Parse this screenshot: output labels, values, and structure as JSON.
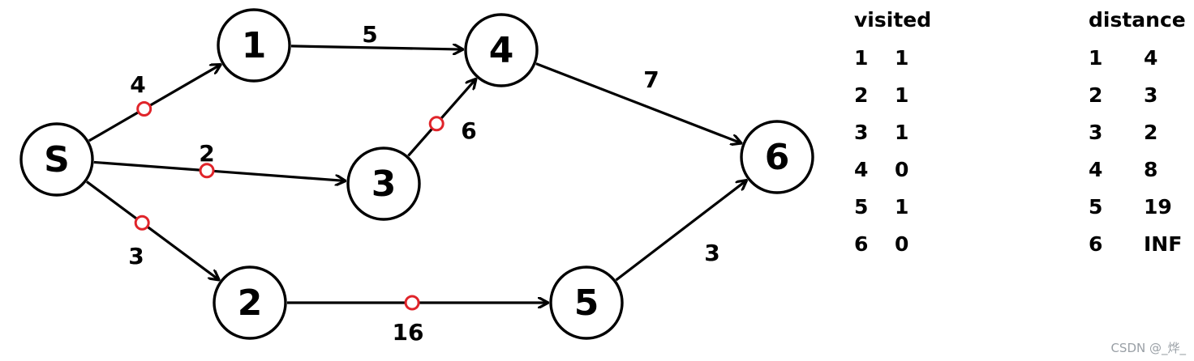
{
  "graph": {
    "nodes": [
      {
        "id": "S",
        "label": "S"
      },
      {
        "id": "1",
        "label": "1"
      },
      {
        "id": "2",
        "label": "2"
      },
      {
        "id": "3",
        "label": "3"
      },
      {
        "id": "4",
        "label": "4"
      },
      {
        "id": "5",
        "label": "5"
      },
      {
        "id": "6",
        "label": "6"
      }
    ],
    "edges": [
      {
        "from": "S",
        "to": "1",
        "weight": "4",
        "marked": true
      },
      {
        "from": "S",
        "to": "3",
        "weight": "2",
        "marked": true
      },
      {
        "from": "S",
        "to": "2",
        "weight": "3",
        "marked": true
      },
      {
        "from": "1",
        "to": "4",
        "weight": "5",
        "marked": false
      },
      {
        "from": "3",
        "to": "4",
        "weight": "6",
        "marked": true
      },
      {
        "from": "4",
        "to": "6",
        "weight": "7",
        "marked": false
      },
      {
        "from": "2",
        "to": "5",
        "weight": "16",
        "marked": true
      },
      {
        "from": "5",
        "to": "6",
        "weight": "3",
        "marked": false
      }
    ]
  },
  "visited": {
    "title": "visited",
    "rows": [
      [
        "1",
        "1"
      ],
      [
        "2",
        "1"
      ],
      [
        "3",
        "1"
      ],
      [
        "4",
        "0"
      ],
      [
        "5",
        "1"
      ],
      [
        "6",
        "0"
      ]
    ]
  },
  "distance": {
    "title": "distance",
    "rows": [
      [
        "1",
        "4"
      ],
      [
        "2",
        "3"
      ],
      [
        "3",
        "2"
      ],
      [
        "4",
        "8"
      ],
      [
        "5",
        "19"
      ],
      [
        "6",
        "INF"
      ]
    ]
  },
  "watermark": "CSDN @_烨_",
  "colors": {
    "marker": "#e0242a",
    "ink": "#000000"
  }
}
